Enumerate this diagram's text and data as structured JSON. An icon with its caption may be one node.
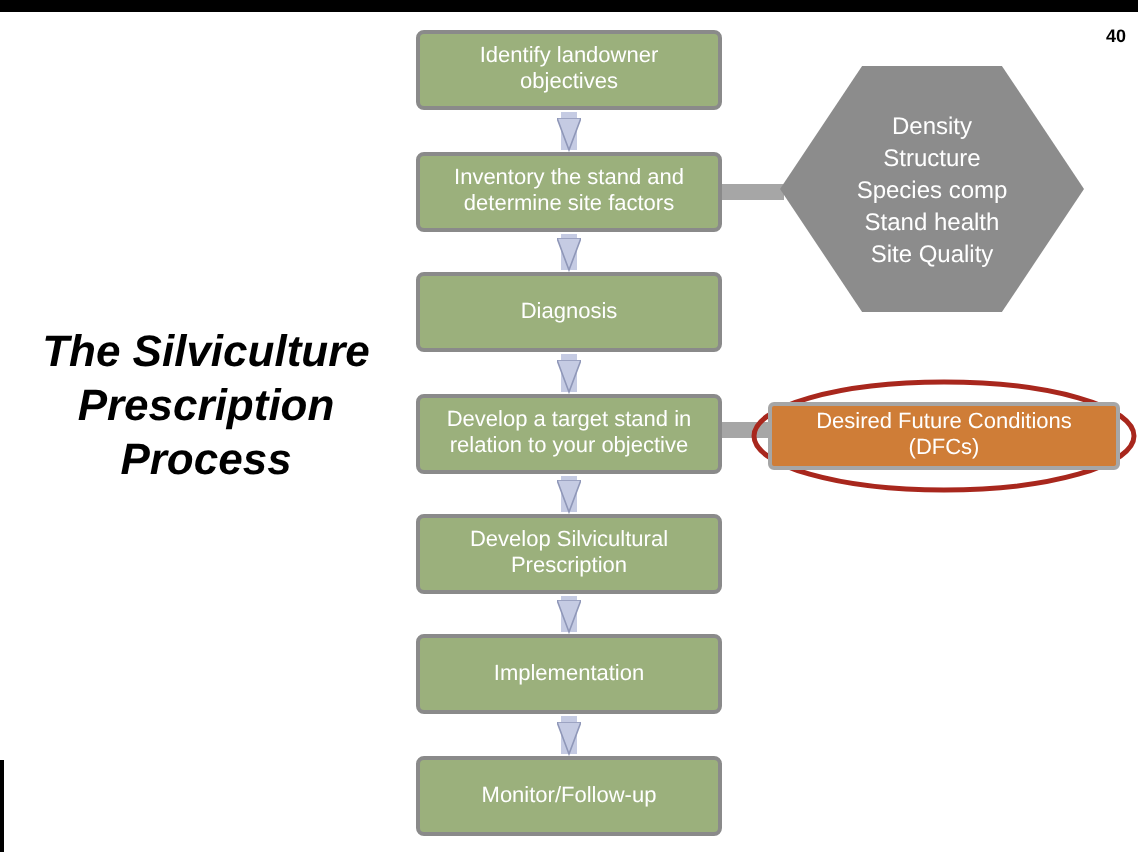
{
  "diagram": {
    "title": "The Silviculture Prescription Process",
    "nodes": [
      {
        "text": [
          "Identify landowner objectives"
        ]
      },
      {
        "text": [
          "Inventory the stand and determine site factors"
        ]
      },
      {
        "text": [
          "Diagnosis"
        ]
      },
      {
        "text": [
          "Develop a target stand in relation to your objective"
        ]
      },
      {
        "text": [
          "Develop Silvicultural Prescription"
        ]
      },
      {
        "text": [
          "Implementation"
        ]
      },
      {
        "text": [
          "Monitor/Follow-up"
        ]
      },
      {
        "text": [
          "Density",
          "Structure",
          "Species comp",
          "Stand health",
          "Site Quality"
        ]
      },
      {
        "text": [
          "Desired Future Conditions (DFCs)"
        ]
      }
    ],
    "edges": [
      {
        "from": 0,
        "to": 1,
        "arrow": "to"
      },
      {
        "from": 1,
        "to": 2,
        "arrow": "to"
      },
      {
        "from": 2,
        "to": 3,
        "arrow": "to"
      },
      {
        "from": 3,
        "to": 4,
        "arrow": "to"
      },
      {
        "from": 4,
        "to": 5,
        "arrow": "to"
      },
      {
        "from": 5,
        "to": 6,
        "arrow": "to"
      },
      {
        "from": 1,
        "to": 7,
        "arrow": "none",
        "color": "#a6a6a6"
      },
      {
        "from": 3,
        "to": 8,
        "arrow": "none",
        "color": "#a6a6a6"
      }
    ],
    "labels": [
      "40"
    ]
  }
}
